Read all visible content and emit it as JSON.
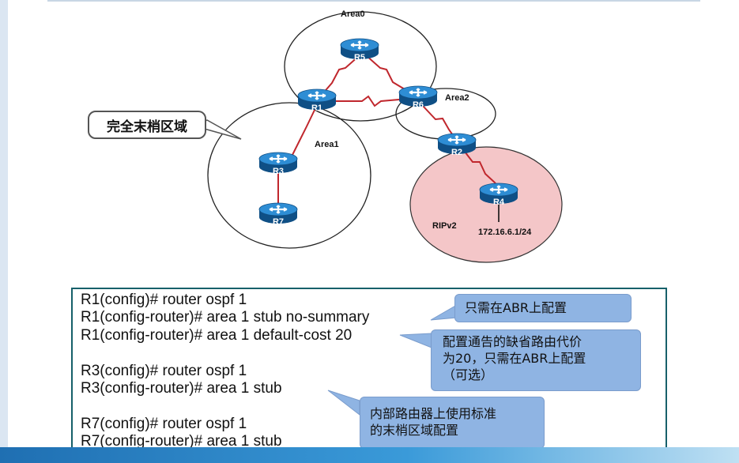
{
  "diagram": {
    "areas": [
      "Area0",
      "Area1",
      "Area2"
    ],
    "rip_label": "RIPv2",
    "routers": [
      "R1",
      "R2",
      "R3",
      "R4",
      "R5",
      "R6",
      "R7"
    ],
    "network": "172.16.6.1/24",
    "stub_area_label": "完全末梢区域",
    "colors": {
      "router_body": "#1f78b4",
      "serial_link": "#c0272d",
      "rip_fill": "#f4c6c8"
    }
  },
  "commands": [
    "R1(config)# router ospf 1",
    "R1(config-router)# area 1 stub no-summary",
    "R1(config-router)# area 1 default-cost 20",
    "",
    "R3(config)# router ospf 1",
    "R3(config-router)# area 1 stub",
    "",
    "R7(config)# router ospf 1",
    "R7(config-router)# area 1 stub"
  ],
  "callouts": {
    "abr_only": "只需在ABR上配置",
    "default_cost": [
      "配置通告的缺省路由代价",
      "为20，只需在ABR上配置",
      "（可选）"
    ],
    "internal": [
      "内部路由器上使用标准",
      "的末梢区域配置"
    ]
  }
}
